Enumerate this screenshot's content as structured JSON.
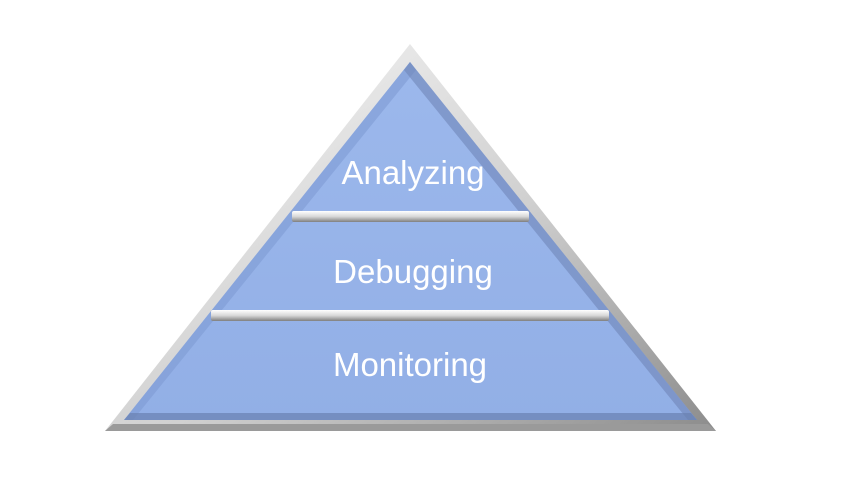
{
  "diagram": {
    "type": "pyramid",
    "tiers": [
      {
        "label": "Analyzing",
        "level": "top"
      },
      {
        "label": "Debugging",
        "level": "middle"
      },
      {
        "label": "Monitoring",
        "level": "bottom"
      }
    ]
  },
  "colors": {
    "background": "#ffffff",
    "tier_fill": "#96b3e9",
    "frame_light": "#f2f2f2",
    "frame_mid": "#bfbfbf",
    "frame_dark": "#8c8c8c",
    "label_text": "#ffffff"
  }
}
